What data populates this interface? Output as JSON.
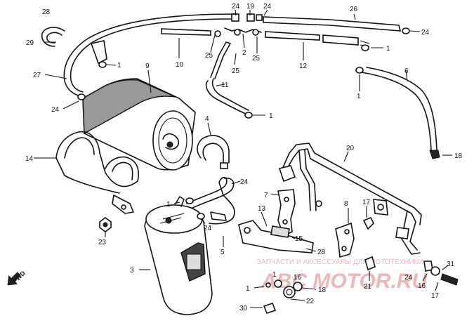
{
  "callouts": {
    "c1a": "1",
    "c1b": "1",
    "c1c": "1",
    "c1d": "1",
    "c1e": "1",
    "c1f": "1",
    "c1g": "1",
    "c2": "2",
    "c3": "3",
    "c4": "4",
    "c5": "5",
    "c6": "6",
    "c7": "7",
    "c8": "8",
    "c9": "9",
    "c10": "10",
    "c11": "11",
    "c12": "12",
    "c13": "13",
    "c14": "14",
    "c15": "15",
    "c16a": "16",
    "c16b": "16",
    "c17a": "17",
    "c17b": "17",
    "c18a": "18",
    "c18b": "18",
    "c19": "19",
    "c20": "20",
    "c21": "21",
    "c22": "22",
    "c23": "23",
    "c24a": "24",
    "c24b": "24",
    "c24c": "24",
    "c24d": "24",
    "c24e": "24",
    "c24f": "24",
    "c24g": "24",
    "c25a": "25",
    "c25b": "25",
    "c25c": "25",
    "c26": "26",
    "c27": "27",
    "c28a": "28",
    "c28b": "28",
    "c29": "29",
    "c30": "30",
    "c31": "31"
  },
  "direction_label": "FWD",
  "watermark": {
    "small": "ЗАПЧАСТИ И АКСЕССУАРЫ ДЛЯ МОТОТЕХНИКИ",
    "big": "ABC MOTOR.RU"
  }
}
